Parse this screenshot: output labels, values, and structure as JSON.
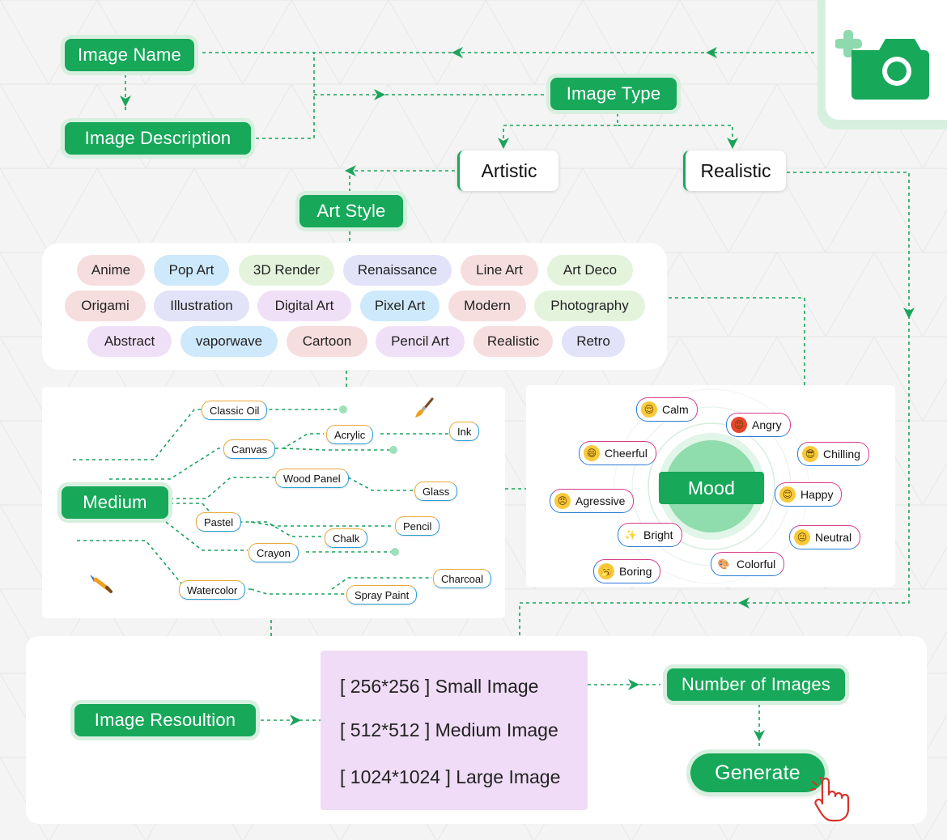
{
  "flow": {
    "image_name": "Image Name",
    "image_description": "Image Description",
    "image_type": "Image Type",
    "artistic": "Artistic",
    "realistic": "Realistic",
    "art_style": "Art Style",
    "medium": "Medium",
    "mood": "Mood",
    "image_resolution": "Image Resoultion",
    "number_of_images": "Number of Images",
    "generate": "Generate"
  },
  "art_styles": [
    {
      "label": "Anime",
      "color": "#f7dede"
    },
    {
      "label": "Pop Art",
      "color": "#cde9fb"
    },
    {
      "label": "3D Render",
      "color": "#e4f4dc"
    },
    {
      "label": "Renaissance",
      "color": "#e2e2f8"
    },
    {
      "label": "Line Art",
      "color": "#f7dede"
    },
    {
      "label": "Art Deco",
      "color": "#e4f4dc"
    },
    {
      "label": "Origami",
      "color": "#f7dede"
    },
    {
      "label": "Illustration",
      "color": "#e2e2f8"
    },
    {
      "label": "Digital Art",
      "color": "#f0e0f7"
    },
    {
      "label": "Pixel Art",
      "color": "#cde9fb"
    },
    {
      "label": "Modern",
      "color": "#f7dede"
    },
    {
      "label": "Photography",
      "color": "#e4f4dc"
    },
    {
      "label": "Abstract",
      "color": "#f0e0f7"
    },
    {
      "label": "vaporwave",
      "color": "#cde9fb"
    },
    {
      "label": "Cartoon",
      "color": "#f7dede"
    },
    {
      "label": "Pencil Art",
      "color": "#f0e0f7"
    },
    {
      "label": "Realistic",
      "color": "#f7dede"
    },
    {
      "label": "Retro",
      "color": "#e2e2f8"
    }
  ],
  "mediums": [
    "Classic Oil",
    "Acrylic",
    "Ink",
    "Canvas",
    "Wood Panel",
    "Glass",
    "Pastel",
    "Pencil",
    "Chalk",
    "Crayon",
    "Watercolor",
    "Charcoal",
    "Spray Paint"
  ],
  "moods": [
    {
      "label": "Calm",
      "emoji": "😌"
    },
    {
      "label": "Angry",
      "emoji": "😡"
    },
    {
      "label": "Cheerful",
      "emoji": "😄"
    },
    {
      "label": "Chilling",
      "emoji": "😎"
    },
    {
      "label": "Agressive",
      "emoji": "😠"
    },
    {
      "label": "Happy",
      "emoji": "😊"
    },
    {
      "label": "Bright",
      "emoji": "✨"
    },
    {
      "label": "Neutral",
      "emoji": "😐"
    },
    {
      "label": "Colorful",
      "emoji": "🎨"
    },
    {
      "label": "Boring",
      "emoji": "🥱"
    }
  ],
  "resolutions": [
    "[ 256*256 ] Small Image",
    "[ 512*512 ] Medium Image",
    "[ 1024*1024 ] Large Image"
  ],
  "icons": {
    "add_image": "add-photo-camera-icon",
    "brush": "paintbrush-icon",
    "palette_knife": "palette-knife-icon",
    "cursor": "hand-pointer-icon"
  },
  "colors": {
    "accent": "#17a85a",
    "accent_light": "#d7efdf",
    "resolution_panel": "#f0dcf6"
  }
}
